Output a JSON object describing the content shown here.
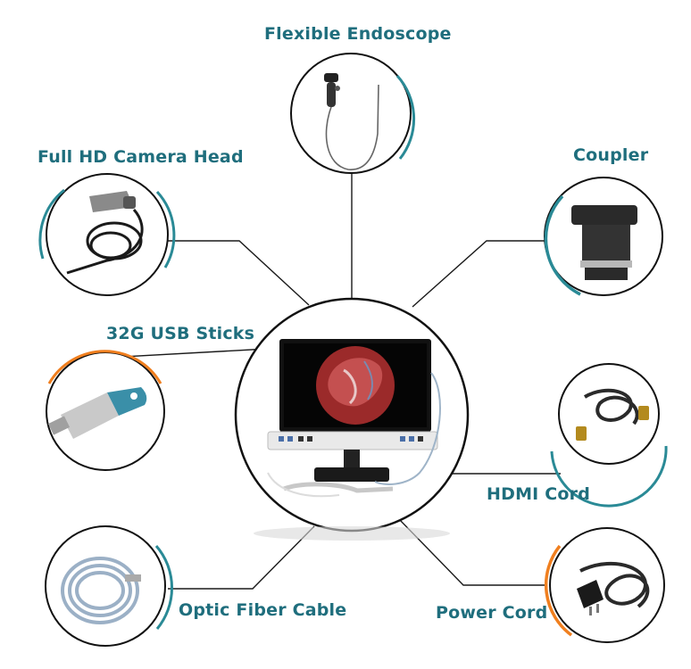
{
  "colors": {
    "label": "#1f6e7d",
    "connector": "#1a1a1a",
    "teal_arc": "#2a8a96",
    "orange_arc": "#f07f1f",
    "circle_border": "#111111"
  },
  "center": {
    "name": "endoscopy-monitor-system",
    "icon": "monitor-with-surgical-image"
  },
  "components": [
    {
      "key": "flexible_endoscope",
      "label": "Flexible Endoscope",
      "icon": "flexible-endoscope-icon",
      "arc": "teal"
    },
    {
      "key": "camera_head",
      "label": "Full HD Camera Head",
      "icon": "camera-head-icon",
      "arc": "teal"
    },
    {
      "key": "coupler",
      "label": "Coupler",
      "icon": "coupler-icon",
      "arc": "teal"
    },
    {
      "key": "usb",
      "label": "32G USB Sticks",
      "icon": "usb-stick-icon",
      "arc": "orange"
    },
    {
      "key": "hdmi",
      "label": "HDMI Cord",
      "icon": "hdmi-cord-icon",
      "arc": "teal"
    },
    {
      "key": "fiber",
      "label": "Optic Fiber Cable",
      "icon": "fiber-cable-icon",
      "arc": "teal"
    },
    {
      "key": "power",
      "label": "Power Cord",
      "icon": "power-cord-icon",
      "arc": "orange"
    }
  ]
}
